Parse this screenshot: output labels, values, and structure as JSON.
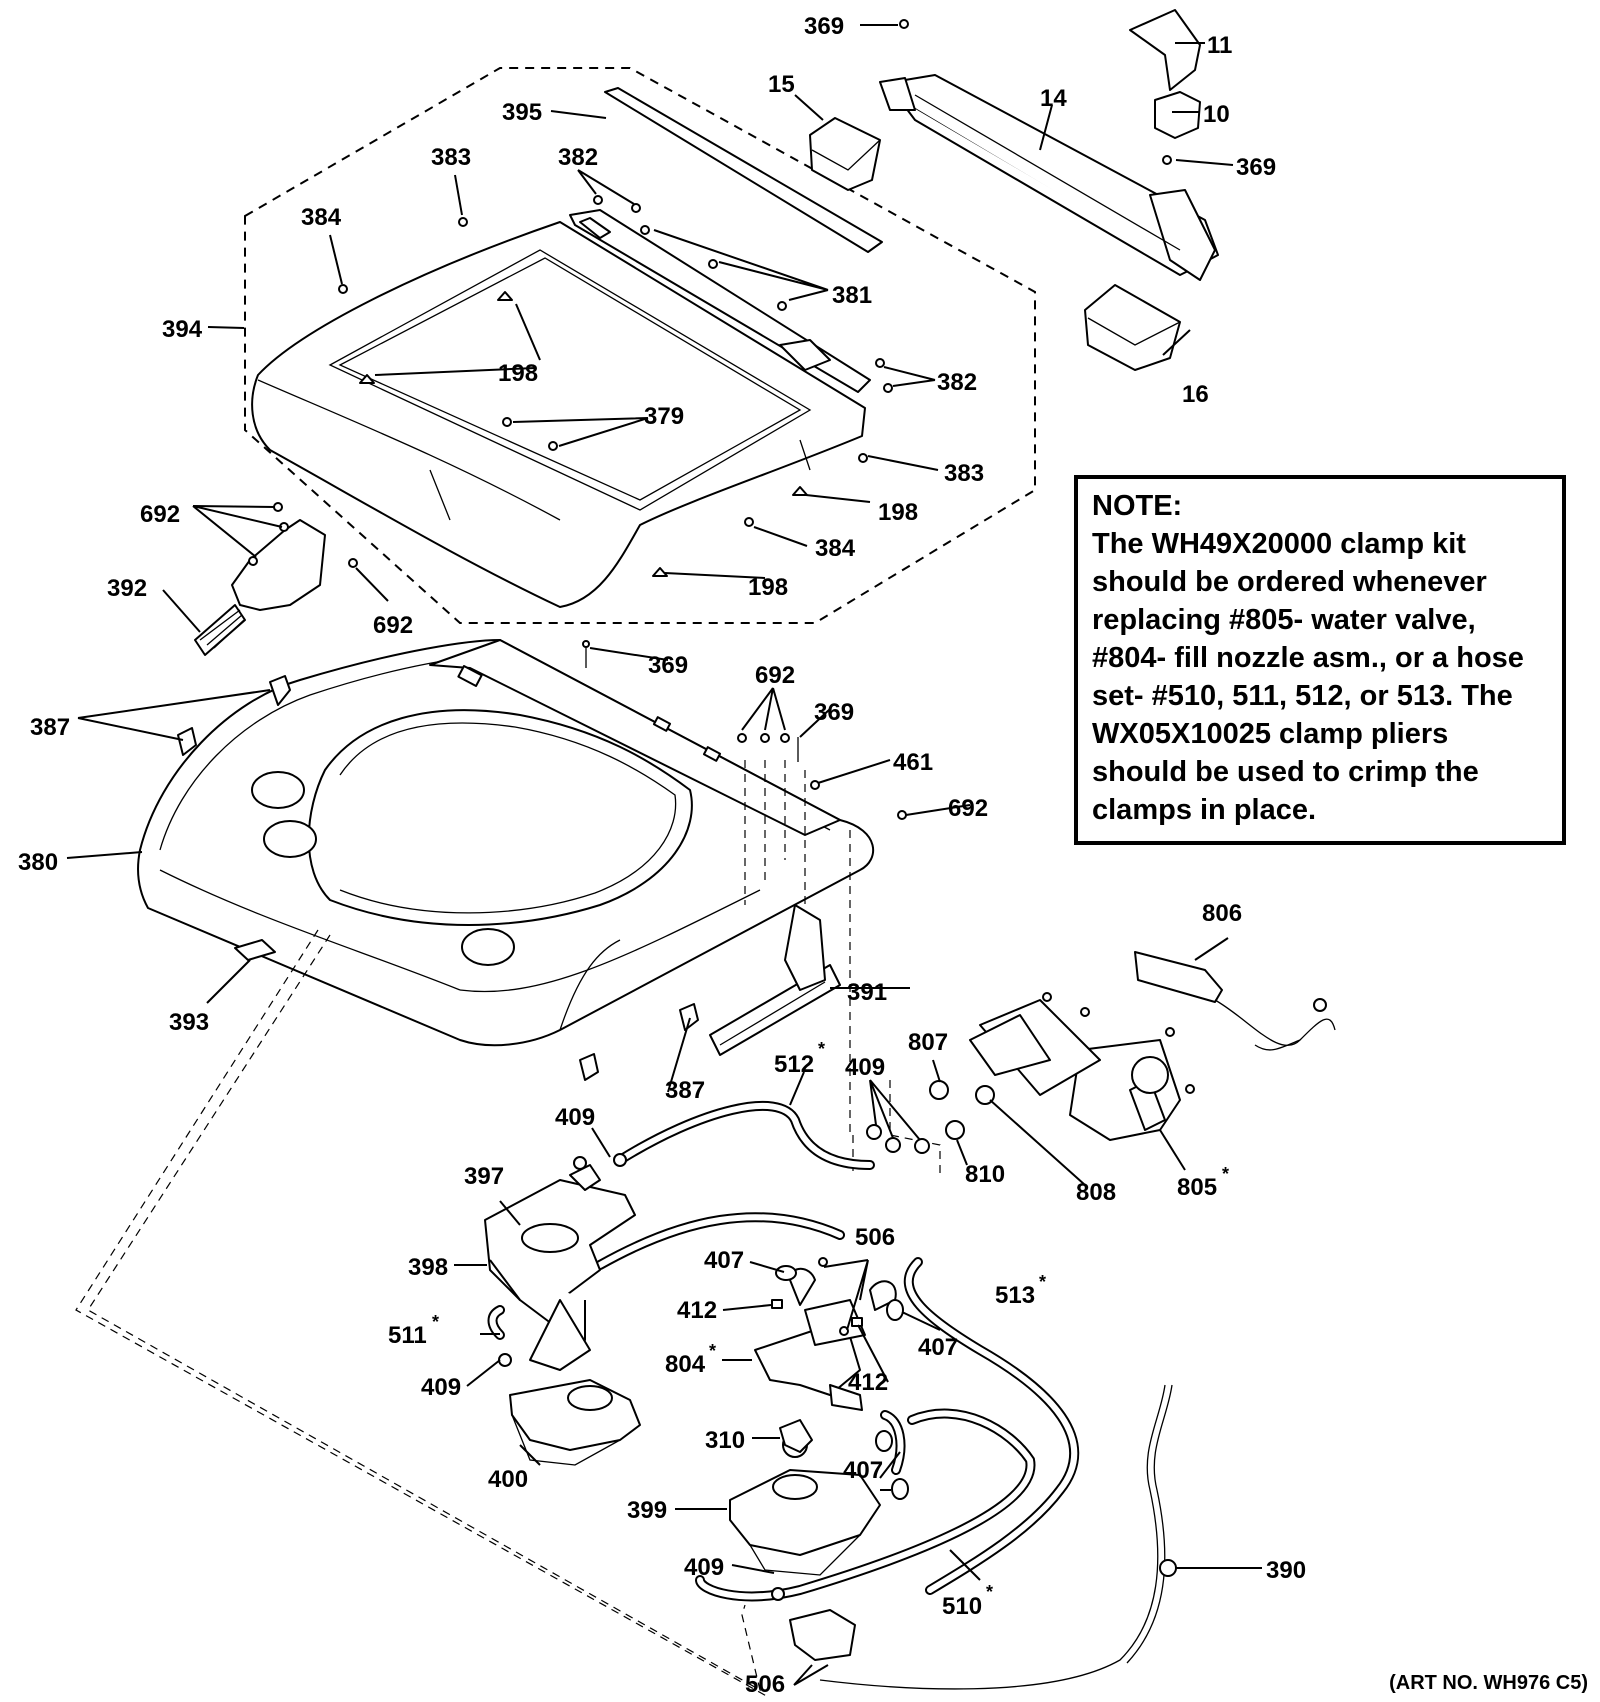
{
  "labels": {
    "l369a": "369",
    "l11": "11",
    "l15": "15",
    "l10": "10",
    "l14": "14",
    "l369b": "369",
    "l395": "395",
    "l383a": "383",
    "l382a": "382",
    "l384a": "384",
    "l381": "381",
    "l394": "394",
    "l198a": "198",
    "l382b": "382",
    "l16": "16",
    "l379": "379",
    "l383b": "383",
    "l198b": "198",
    "l692a": "692",
    "l384b": "384",
    "l392": "392",
    "l198c": "198",
    "l692b": "692",
    "l369c": "369",
    "l692c": "692",
    "l387a": "387",
    "l369d": "369",
    "l461": "461",
    "l692d": "692",
    "l380": "380",
    "l806": "806",
    "l391": "391",
    "l393": "393",
    "l807": "807",
    "l512": "512",
    "l409a": "409",
    "l387b": "387",
    "l409b": "409",
    "l397": "397",
    "l810": "810",
    "l808": "808",
    "l805": "805",
    "l506a": "506",
    "l407a": "407",
    "l398": "398",
    "l513": "513",
    "l412a": "412",
    "l407b": "407",
    "l511": "511",
    "l804": "804",
    "l412b": "412",
    "l409c": "409",
    "l310": "310",
    "l400": "400",
    "l407c": "407",
    "l399": "399",
    "l409d": "409",
    "l390": "390",
    "l510": "510",
    "l506b": "506"
  },
  "note": {
    "heading": "NOTE:",
    "line1": "The WH49X20000 clamp kit",
    "line2": "should be ordered whenever",
    "line3": "replacing #805- water valve,",
    "line4": "#804- fill nozzle asm., or a hose",
    "line5": "set- #510, 511, 512, or 513. The",
    "line6": "WX05X10025 clamp pliers",
    "line7": "should be used to crimp the",
    "line8": "clamps in place."
  },
  "art_number": "(ART NO. WH976 C5)",
  "asterisk": "*"
}
